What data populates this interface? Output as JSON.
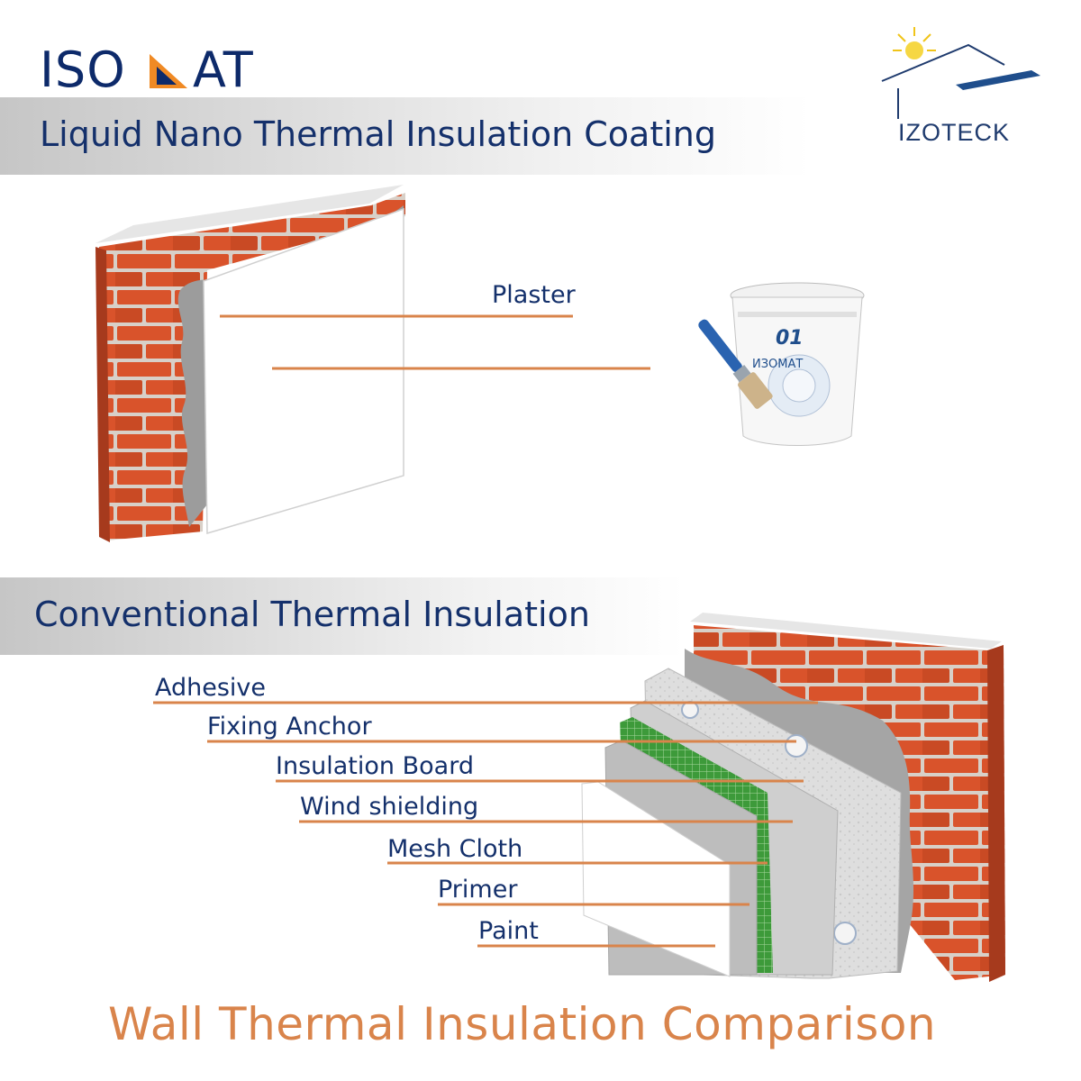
{
  "brand": {
    "isomat_left": "ISO",
    "isomat_right": "AT",
    "izoteck": "IZOTECK"
  },
  "headings": {
    "liquid": "Liquid Nano Thermal Insulation Coating",
    "conventional": "Conventional Thermal Insulation"
  },
  "top_layers": [
    "Plaster"
  ],
  "product": {
    "number": "01",
    "brand": "ИЗОМАТ"
  },
  "conventional_layers": [
    "Adhesive",
    "Fixing Anchor",
    "Insulation Board",
    "Wind shielding",
    "Mesh Cloth",
    "Primer",
    "Paint"
  ],
  "footer": "Wall Thermal Insulation Comparison",
  "colors": {
    "navy": "#14306b",
    "orange": "#d9844b",
    "brick": "#d9532b",
    "mortar": "#d8d8d8"
  }
}
